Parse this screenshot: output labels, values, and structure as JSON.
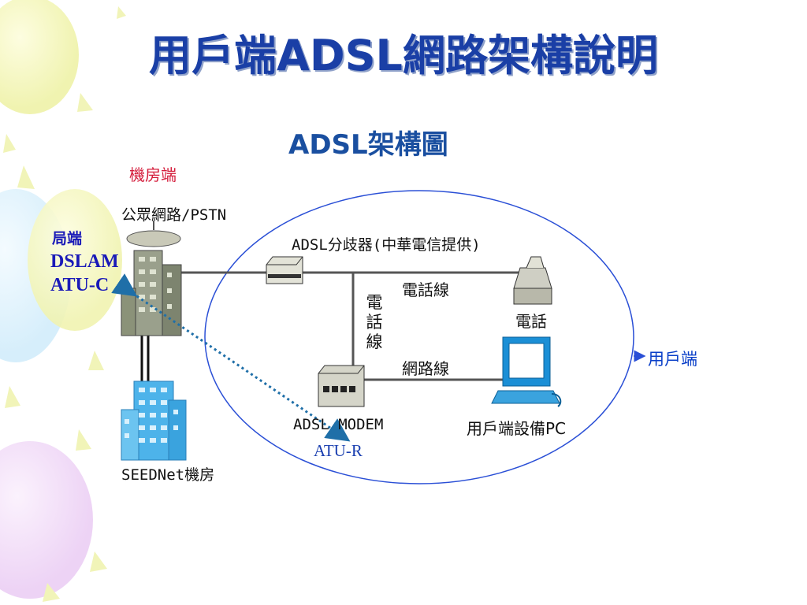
{
  "slide": {
    "title": "用戶端ADSL網路架構說明"
  },
  "diagram": {
    "title": "ADSL架構圖",
    "central_office_label": "機房端",
    "pstn_label": "公眾網路/PSTN",
    "splitter_label": "ADSL分歧器(中華電信提供)",
    "phone_line_label": "電話線",
    "phone_line_vertical": "電話線",
    "network_line_label": "網路線",
    "phone_label": "電話",
    "user_side_label": "用戶端",
    "modem_label": "ADSL MODEM",
    "pc_label": "用戶端設備PC",
    "seednet_label": "SEEDNet機房"
  },
  "annotations": {
    "local_end": "局端",
    "dslam": "DSLAM",
    "atu_c": "ATU-C",
    "atu_r": "ATU-R"
  },
  "colors": {
    "title": "#1a3fa6",
    "red_label": "#d41b3a",
    "dotted_link": "#1f6fa8",
    "ellipse": "#2a4fd6"
  }
}
